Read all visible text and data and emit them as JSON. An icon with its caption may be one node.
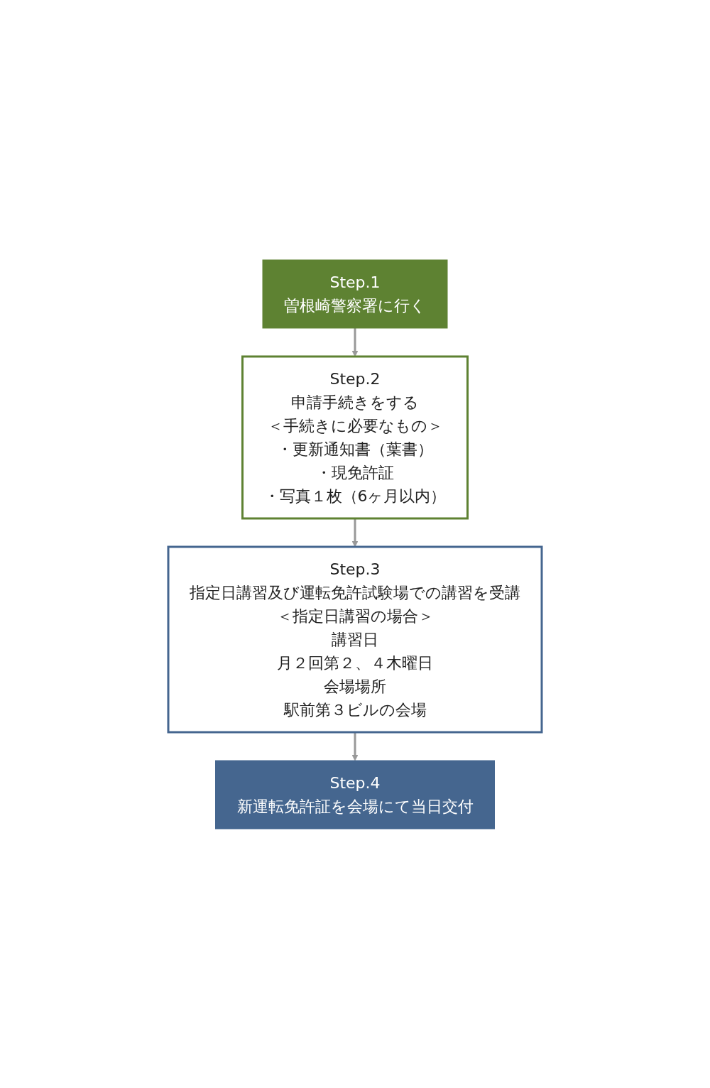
{
  "diagram": {
    "nodes": [
      {
        "text": [
          "Step.1",
          "曽根崎警察署に行く"
        ]
      },
      {
        "text": [
          "Step.2",
          "申請手続きをする",
          "＜手続きに必要なもの＞",
          "・更新通知書（葉書）",
          "・現免許証",
          "・写真１枚（6ヶ月以内）"
        ]
      },
      {
        "text": [
          "Step.3",
          "指定日講習及び運転免許試験場での講習を受講",
          "＜指定日講習の場合＞",
          "講習日",
          "月２回第２、４木曜日",
          "会場場所",
          "駅前第３ビルの会場"
        ]
      },
      {
        "text": [
          "Step.4",
          "新運転免許証を会場にて当日交付"
        ]
      }
    ],
    "edges": [
      {
        "from": 0,
        "to": 1,
        "arrow": "to"
      },
      {
        "from": 1,
        "to": 2,
        "arrow": "to"
      },
      {
        "from": 2,
        "to": 3,
        "arrow": "to"
      }
    ]
  }
}
